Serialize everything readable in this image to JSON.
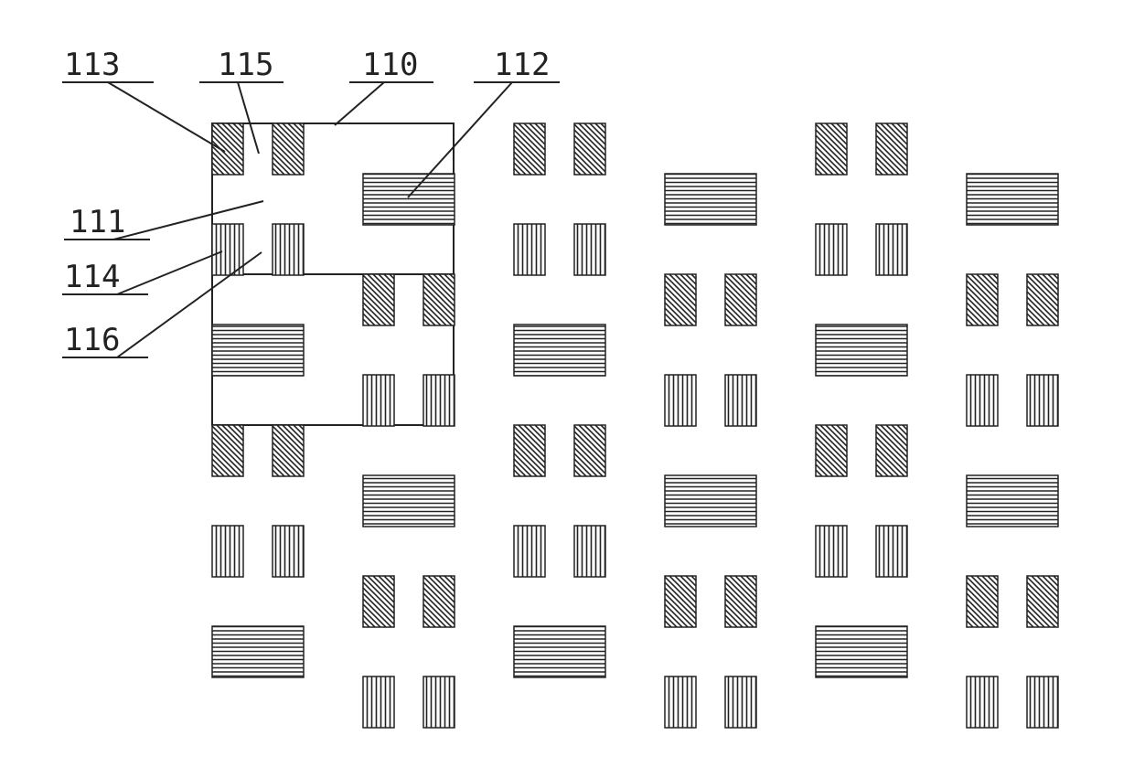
{
  "labels": {
    "l113": "113",
    "l115": "115",
    "l110": "110",
    "l112": "112",
    "l111": "111",
    "l114": "114",
    "l116": "116"
  },
  "colors": {
    "stroke": "#222222",
    "background": "#ffffff"
  },
  "patterns": {
    "diagonal": "diagonal-hatch",
    "vertical": "vertical-hatch",
    "horizontal": "horizontal-hatch"
  }
}
